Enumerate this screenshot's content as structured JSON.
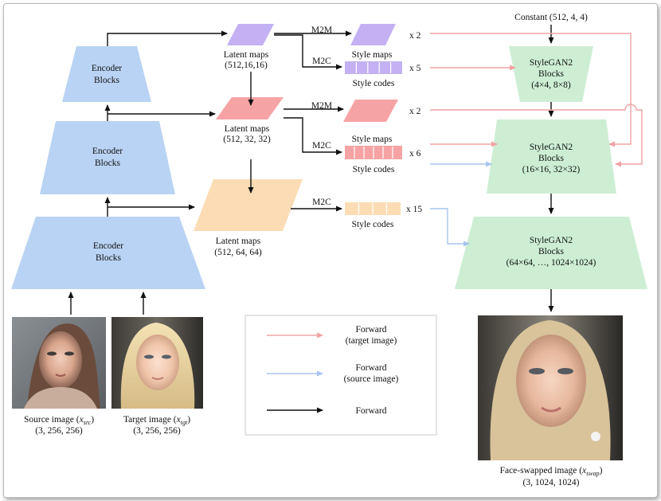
{
  "colors": {
    "encoder": "#b9d3f4",
    "stylegan": "#cdeed3",
    "purple": "#c3b1f3",
    "red": "#f6a3a5",
    "orange": "#fbdcb4",
    "arrow_black": "#111111",
    "arrow_red": "#f0a3a3",
    "arrow_blue": "#a8c5ee"
  },
  "encoder_blocks": {
    "label1": "Encoder",
    "label2": "Blocks"
  },
  "latent": {
    "small": {
      "label": "Latent maps",
      "shape": "(512,16,16)"
    },
    "medium": {
      "label": "Latent maps",
      "shape": "(512, 32, 32)"
    },
    "large": {
      "label": "Latent maps",
      "shape": "(512, 64, 64)"
    }
  },
  "ops": {
    "m2m": "M2M",
    "m2c": "M2C"
  },
  "style": {
    "maps": "Style maps",
    "codes": "Style codes"
  },
  "multipliers": {
    "maps_small": "x 2",
    "codes_small": "x 5",
    "maps_medium": "x 2",
    "codes_medium": "x 6",
    "codes_large": "x 15"
  },
  "constant": "Constant (512, 4, 4)",
  "stylegan_blocks": [
    {
      "l1": "StyleGAN2",
      "l2": "Blocks",
      "l3": "(4×4, 8×8)"
    },
    {
      "l1": "StyleGAN2",
      "l2": "Blocks",
      "l3": "(16×16, 32×32)"
    },
    {
      "l1": "StyleGAN2",
      "l2": "Blocks",
      "l3": "(64×64, …, 1024×1024)"
    }
  ],
  "images": {
    "source": {
      "label": "Source image (",
      "sym": "x",
      "sub": "src",
      "close": ")",
      "shape": "(3, 256, 256)"
    },
    "target": {
      "label": "Target image (",
      "sym": "x",
      "sub": "tgt",
      "close": ")",
      "shape": "(3, 256, 256)"
    },
    "swap": {
      "label": "Face-swapped image (",
      "sym": "x",
      "sub": "swap",
      "close": ")",
      "shape": "(3, 1024, 1024)"
    }
  },
  "legend": {
    "target_l1": "Forward",
    "target_l2": "(target image)",
    "source_l1": "Forward",
    "source_l2": "(source image)",
    "forward": "Forward"
  }
}
